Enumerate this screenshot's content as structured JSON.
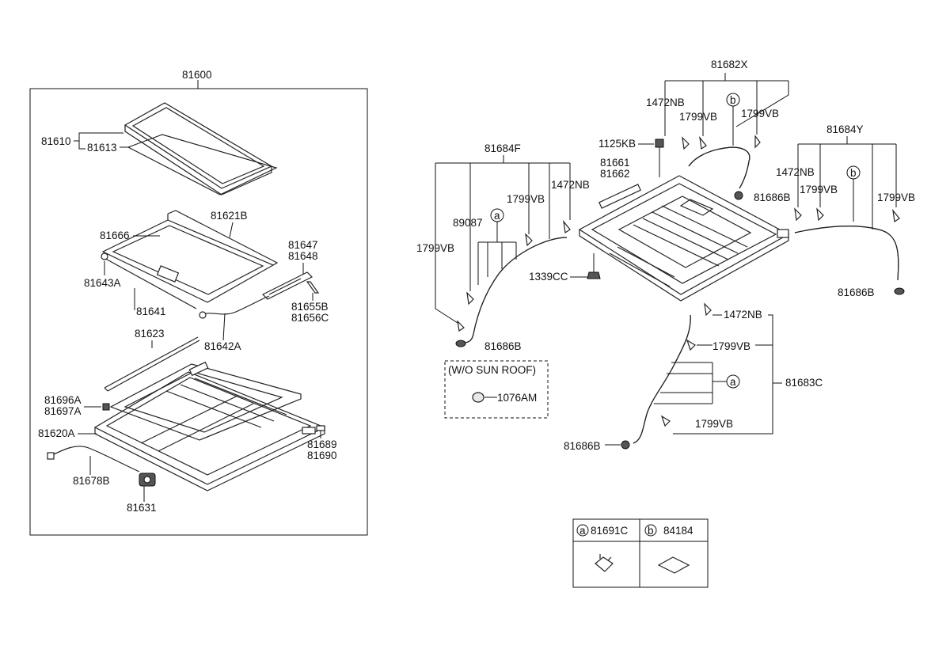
{
  "diagram": {
    "left_assembly": {
      "title": "81600",
      "labels": {
        "l81610": "81610",
        "l81613": "81613",
        "l81621B": "81621B",
        "l81666": "81666",
        "l81647": "81647",
        "l81648": "81648",
        "l81643A": "81643A",
        "l81641": "81641",
        "l81655B": "81655B",
        "l81656C": "81656C",
        "l81623": "81623",
        "l81642A": "81642A",
        "l81696A": "81696A",
        "l81697A": "81697A",
        "l81620A": "81620A",
        "l81689": "81689",
        "l81690": "81690",
        "l81678B": "81678B",
        "l81631": "81631"
      }
    },
    "right_assembly": {
      "labels": {
        "l81682X": "81682X",
        "l1472NB_top": "1472NB",
        "l1799VB_top1": "1799VB",
        "l1799VB_top2": "1799VB",
        "lb_top": "b",
        "l1125KB": "1125KB",
        "l81661": "81661",
        "l81662": "81662",
        "l81686B_top": "81686B",
        "l81684Y": "81684Y",
        "l1472NB_right": "1472NB",
        "l1799VB_right1": "1799VB",
        "l1799VB_right2": "1799VB",
        "lb_right": "b",
        "l81686B_right": "81686B",
        "l81684F": "81684F",
        "l89087": "89087",
        "la_left": "a",
        "l1799VB_left1": "1799VB",
        "l1472NB_left": "1472NB",
        "l1799VB_left2": "1799VB",
        "l1339CC": "1339CC",
        "l81686B_left": "81686B",
        "wo_sunroof": "(W/O SUN ROOF)",
        "l1076AM": "1076AM",
        "l1472NB_bot": "1472NB",
        "l1799VB_bot1": "1799VB",
        "la_bot": "a",
        "l81683C": "81683C",
        "l1799VB_bot2": "1799VB",
        "l81686B_bot": "81686B"
      }
    },
    "legend": {
      "a_marker": "a",
      "a_part": "81691C",
      "b_marker": "b",
      "b_part": "84184"
    }
  }
}
